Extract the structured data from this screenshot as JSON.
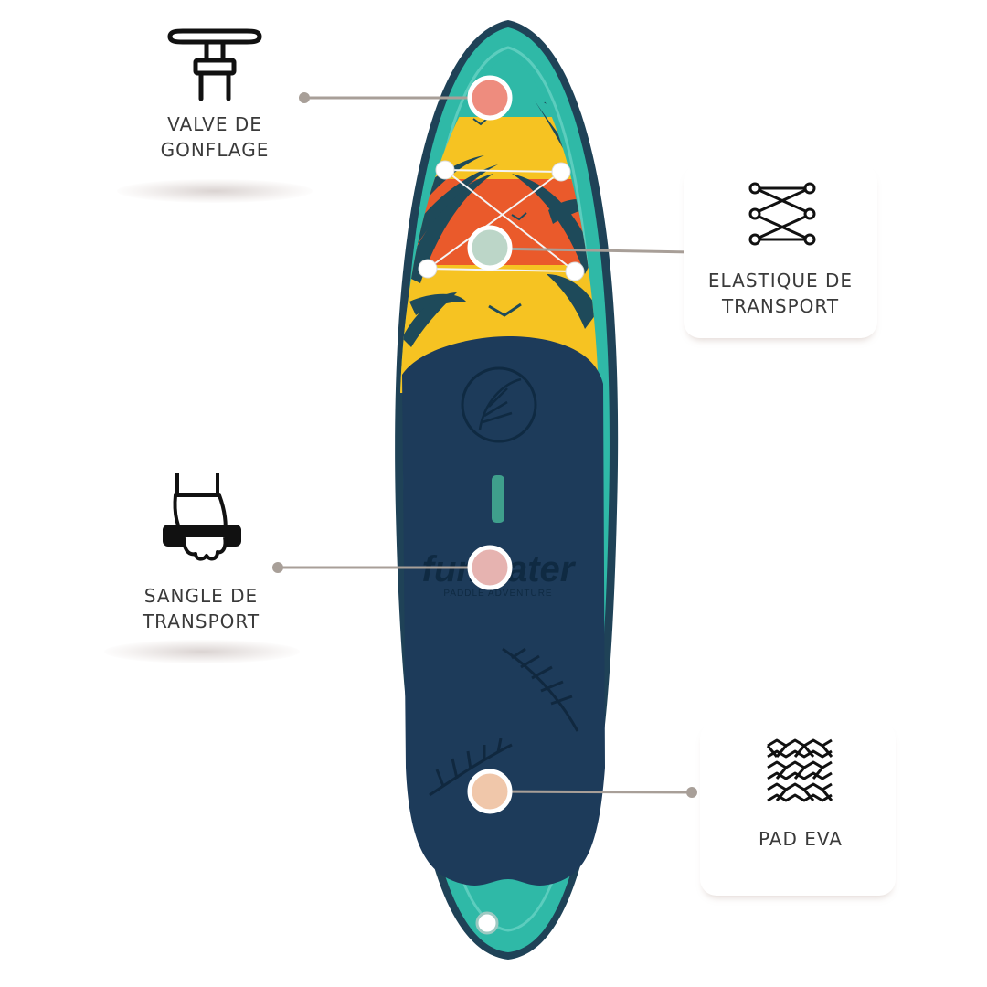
{
  "features": [
    {
      "id": "valve",
      "line1": "VALVE DE",
      "line2": "GONFLAGE",
      "dot_color": "#ee8c7e",
      "icon": "valve-icon"
    },
    {
      "id": "bungee",
      "line1": "ELASTIQUE DE",
      "line2": "TRANSPORT",
      "dot_color": "#bcd6c8",
      "icon": "bungee-cord-icon"
    },
    {
      "id": "handle",
      "line1": "SANGLE DE",
      "line2": "TRANSPORT",
      "dot_color": "#e6b3b0",
      "icon": "hand-carry-icon"
    },
    {
      "id": "pad",
      "line1": "PAD EVA",
      "line2": "",
      "dot_color": "#f0c7aa",
      "icon": "eva-pad-pattern-icon"
    }
  ],
  "board": {
    "brand": "funwater",
    "tagline": "PADDLE ADVENTURE"
  },
  "colors": {
    "board_rail": "#1f4257",
    "board_teal": "#2fb9a7",
    "deck_navy": "#1d3b5a",
    "sun_yellow": "#f6c322",
    "sun_orange": "#ea5a2b",
    "palm_dark": "#1e4a5a",
    "leader_line": "#a89f98"
  }
}
